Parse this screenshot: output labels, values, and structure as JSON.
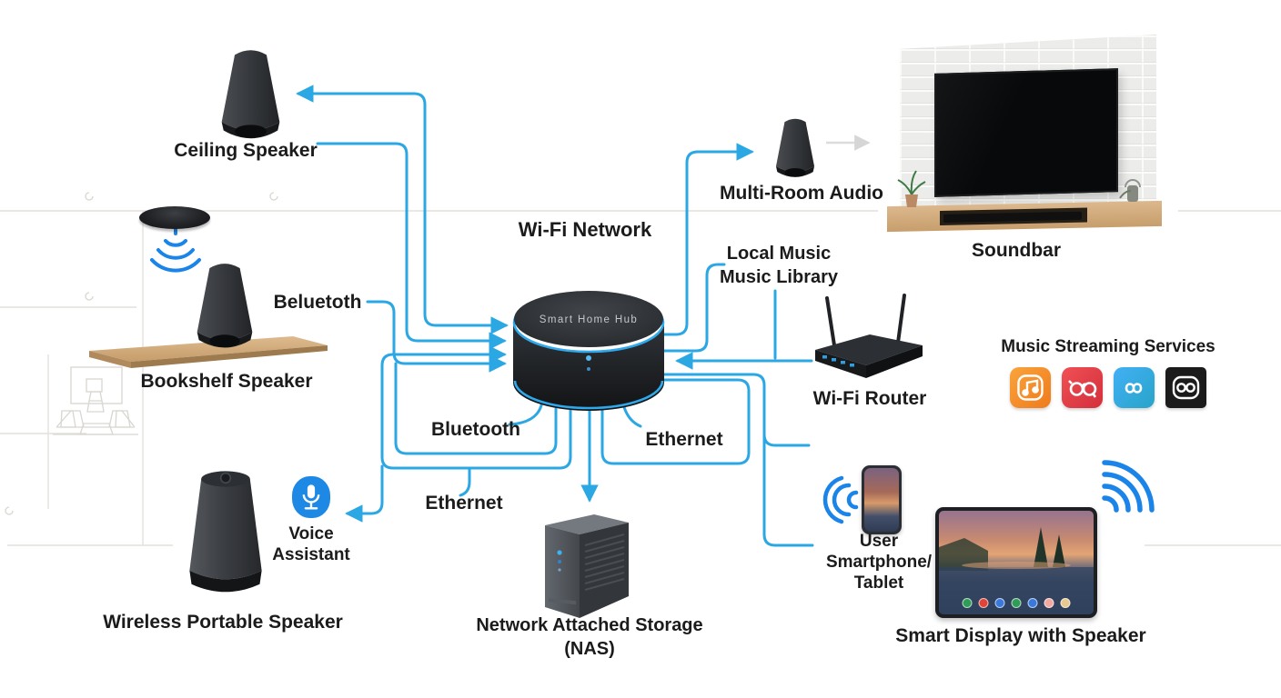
{
  "diagram": {
    "labels": {
      "ceiling_speaker": "Ceiling Speaker",
      "bookshelf_speaker": "Bookshelf Speaker",
      "beluetoth": "Beluetoth",
      "wifi_network": "Wi-Fi Network",
      "hub": "Smart Home Hub",
      "multi_room_audio": "Multi-Room Audio",
      "soundbar": "Soundbar",
      "local_music_line1": "Local Music",
      "local_music_line2": "Music Library",
      "wifi_router": "Wi-Fi Router",
      "music_streaming": "Music Streaming Services",
      "bluetooth": "Bluetooth",
      "ethernet_left": "Ethernet",
      "ethernet_right": "Ethernet",
      "voice_assistant_line1": "Voice",
      "voice_assistant_line2": "Assistant",
      "wireless_portable_speaker": "Wireless Portable Speaker",
      "nas_line1": "Network Attached Storage",
      "nas_line2": "(NAS)",
      "user_device_line1": "User",
      "user_device_line2": "Smartphone/",
      "user_device_line3": "Tablet",
      "smart_display": "Smart Display with Speaker"
    },
    "colors": {
      "wire_blue": "#2BA7E4",
      "wave_blue": "#1B84E8",
      "text": "#1b1b1b",
      "gray_arrow": "#d6d6d6",
      "hub_ring_blue": "#2FA9EC",
      "mic_blue": "#1E88E5"
    },
    "streaming_icons": [
      {
        "name": "music-note-app-icon",
        "color": "#F68B1F"
      },
      {
        "name": "glasses-app-icon",
        "color": "#E23B43"
      },
      {
        "name": "infinity-app-icon",
        "color": "#35A7E8"
      },
      {
        "name": "retro-player-app-icon",
        "color": "#1B1B1B"
      }
    ]
  }
}
